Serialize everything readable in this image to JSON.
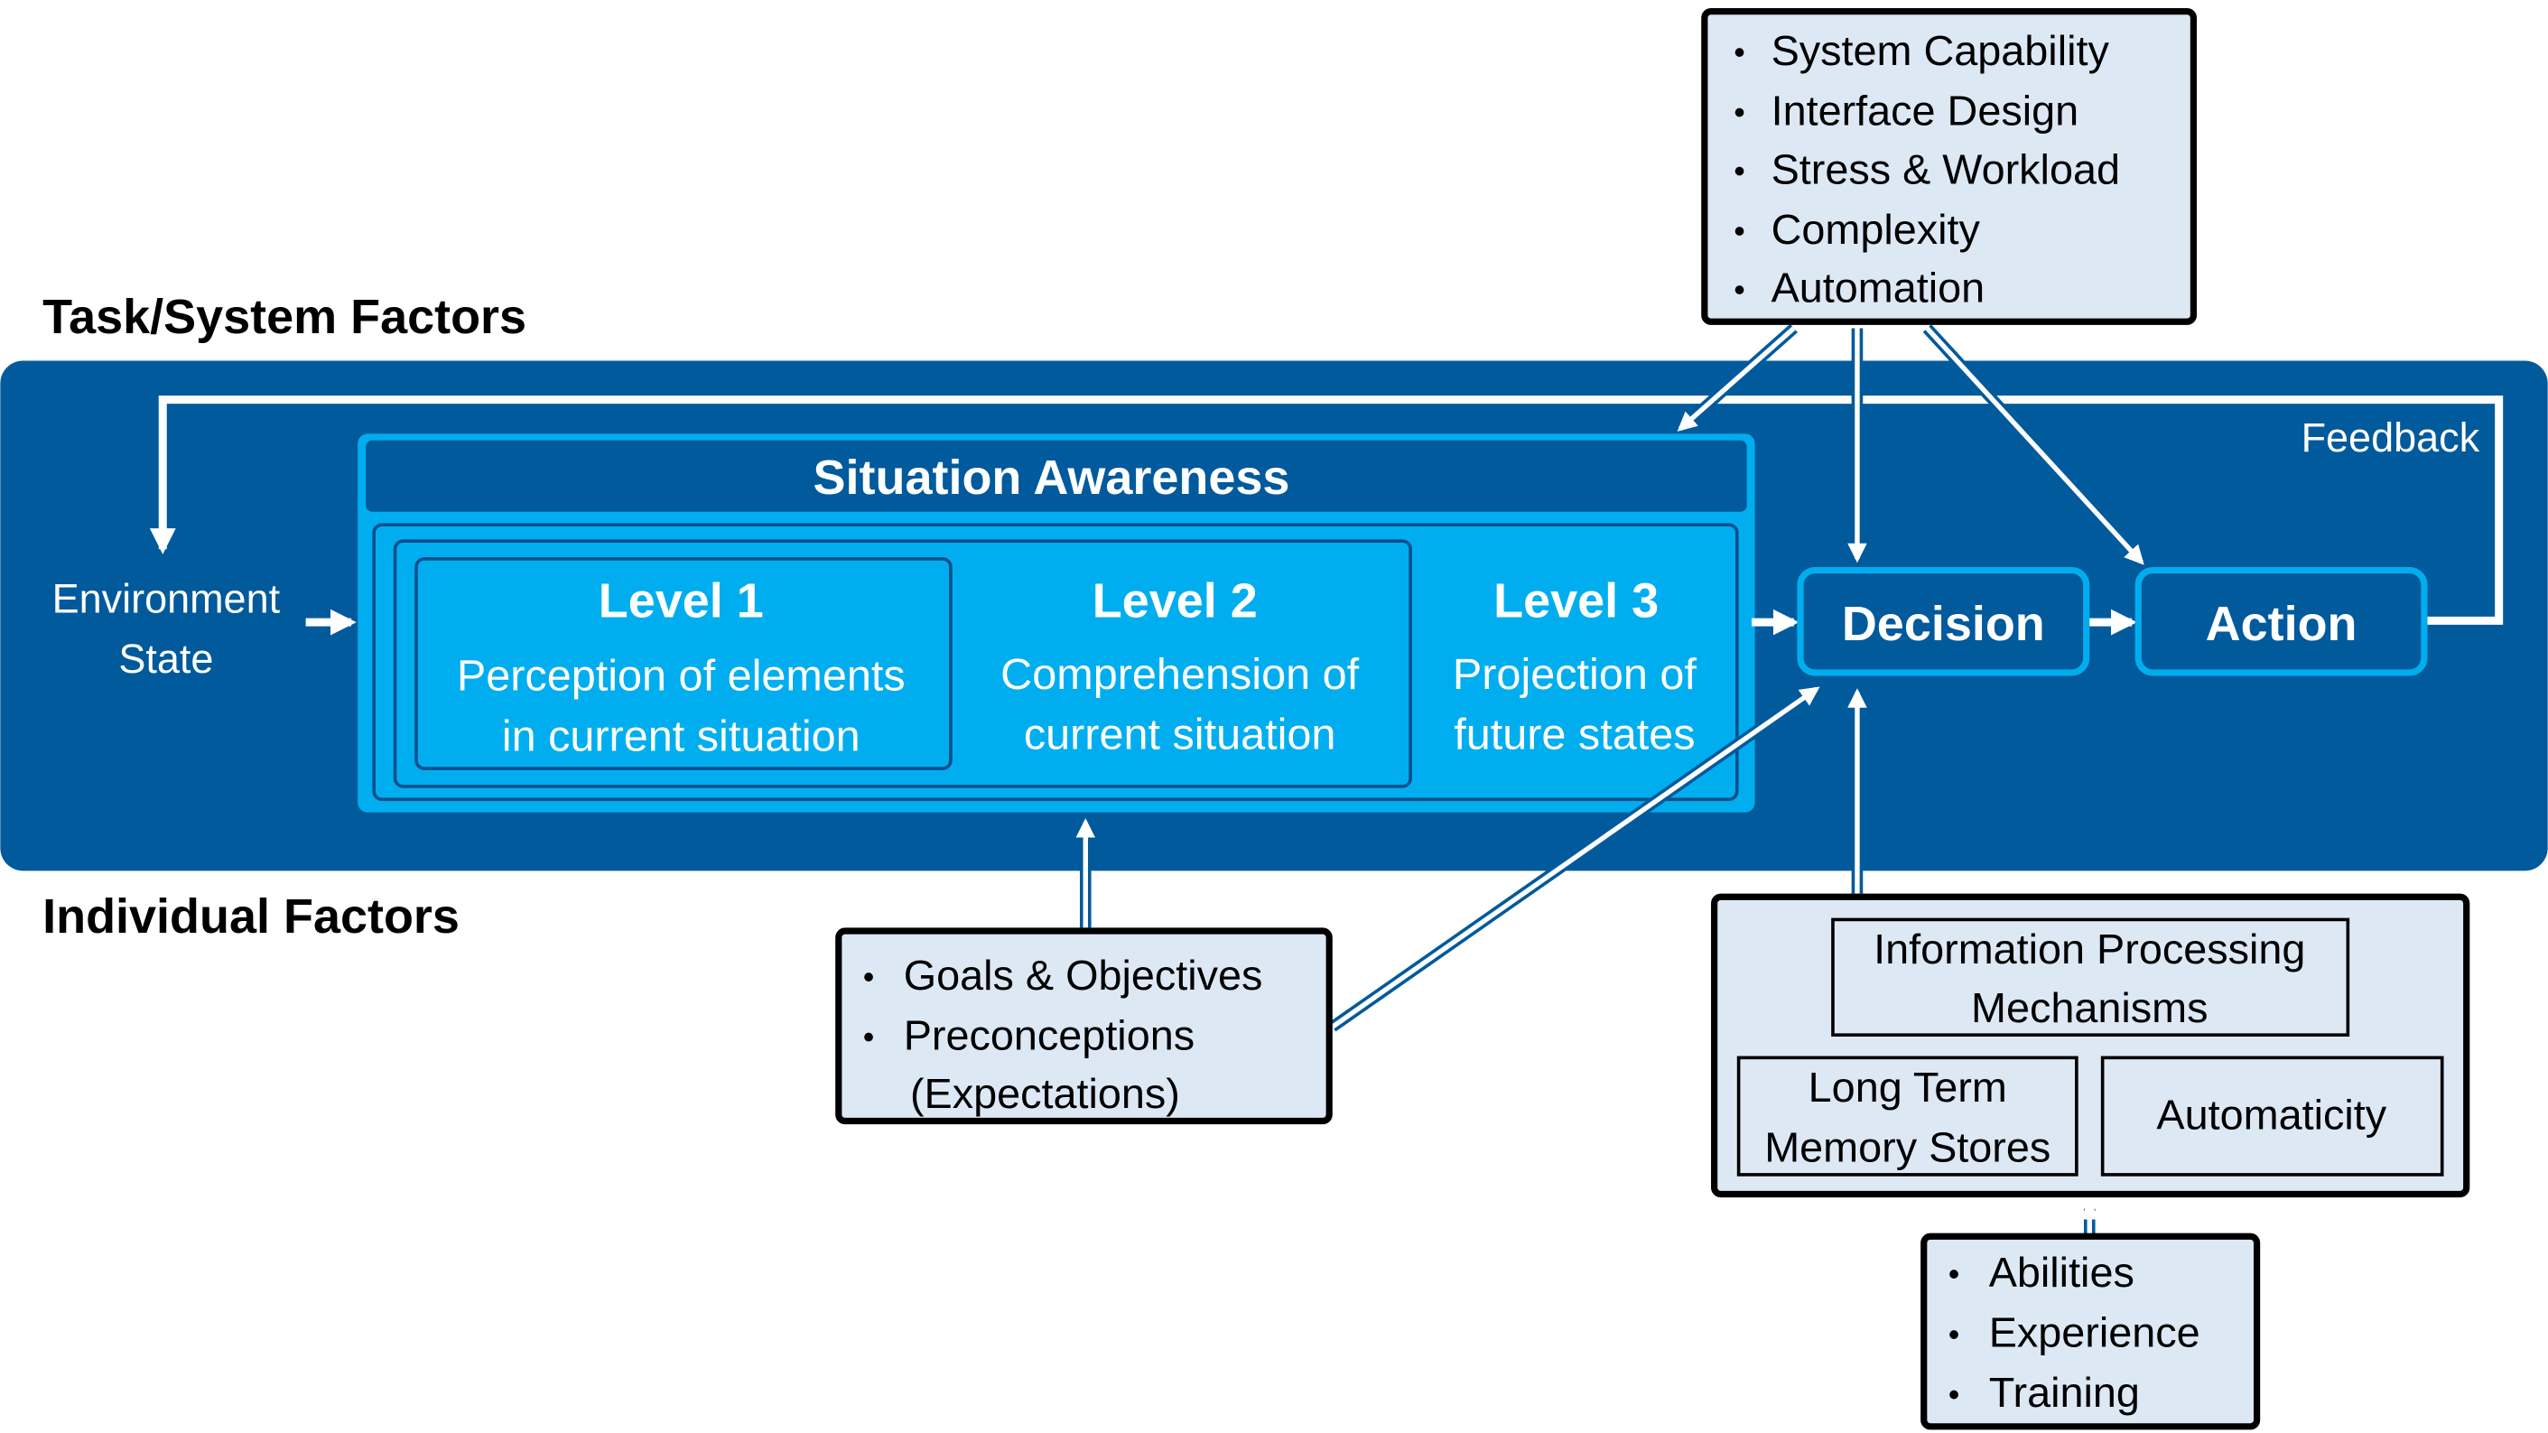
{
  "labels": {
    "task_system_factors": "Task/System Factors",
    "individual_factors": "Individual Factors",
    "feedback": "Feedback",
    "environment_state_line1": "Environment",
    "environment_state_line2": "State"
  },
  "situation_awareness": {
    "title": "Situation Awareness",
    "level1": {
      "title": "Level 1",
      "line1": "Perception of elements",
      "line2": "in current situation"
    },
    "level2": {
      "title": "Level 2",
      "line1": "Comprehension of",
      "line2": "current situation"
    },
    "level3": {
      "title": "Level 3",
      "line1": "Projection of",
      "line2": "future states"
    }
  },
  "decision": "Decision",
  "action": "Action",
  "task_factors_box": {
    "items": [
      "System Capability",
      "Interface Design",
      "Stress & Workload",
      "Complexity",
      "Automation"
    ]
  },
  "goals_box": {
    "items": [
      "Goals & Objectives",
      "Preconceptions"
    ],
    "continuation": "(Expectations)"
  },
  "individual_box": {
    "info_processing_line1": "Information Processing",
    "info_processing_line2": "Mechanisms",
    "ltm_line1": "Long Term",
    "ltm_line2": "Memory Stores",
    "automaticity": "Automaticity"
  },
  "abilities_box": {
    "items": [
      "Abilities",
      "Experience",
      "Training"
    ]
  },
  "colors": {
    "band": "#005A9C",
    "sa_light": "#00AEEF",
    "sa_border_dark": "#0A4F8C",
    "light_box_fill": "#DDE8F5",
    "white": "#FFFFFF",
    "black": "#000000"
  }
}
